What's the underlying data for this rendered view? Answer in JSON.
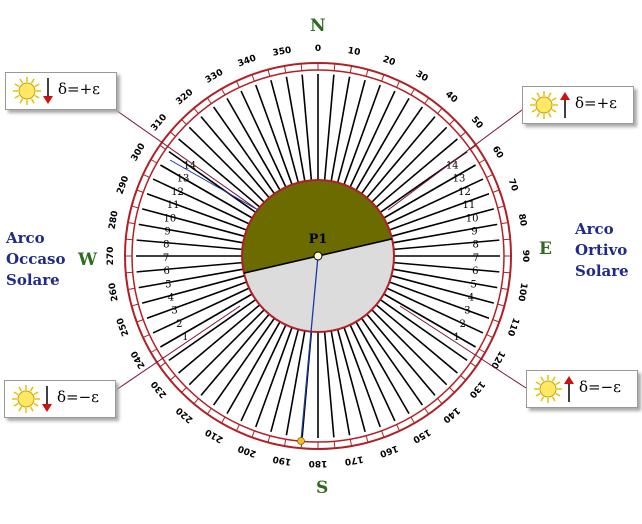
{
  "cardinals": {
    "north": "N",
    "south": "S",
    "east": "E",
    "west": "W"
  },
  "center_label": "P1",
  "west_label": [
    "Arco",
    "Occaso",
    "Solare"
  ],
  "east_label": [
    "Arco",
    "Ortivo",
    "Solare"
  ],
  "callouts": {
    "top_left": {
      "formula": "δ=+ε",
      "arrow": "down"
    },
    "top_right": {
      "formula": "δ=+ε",
      "arrow": "up"
    },
    "bottom_left": {
      "formula": "δ=−ε",
      "arrow": "down"
    },
    "bottom_right": {
      "formula": "δ=−ε",
      "arrow": "up"
    }
  },
  "dial": {
    "azimuth_step_deg": 10,
    "left_scale_numbers": [
      "1",
      "2",
      "3",
      "4",
      "5",
      "6",
      "7",
      "8",
      "9",
      "10",
      "11",
      "12",
      "13",
      "14"
    ],
    "right_scale_numbers": [
      "1",
      "2",
      "3",
      "4",
      "5",
      "6",
      "7",
      "8",
      "9",
      "10",
      "11",
      "12",
      "13",
      "14"
    ],
    "colors": {
      "ring": "#b02025",
      "spokes": "#000000",
      "upper_half": "#6b6b00",
      "lower_half": "#dcdcdc",
      "north_color": "#2e6a1f",
      "side_text": "#1f2a8a"
    }
  }
}
